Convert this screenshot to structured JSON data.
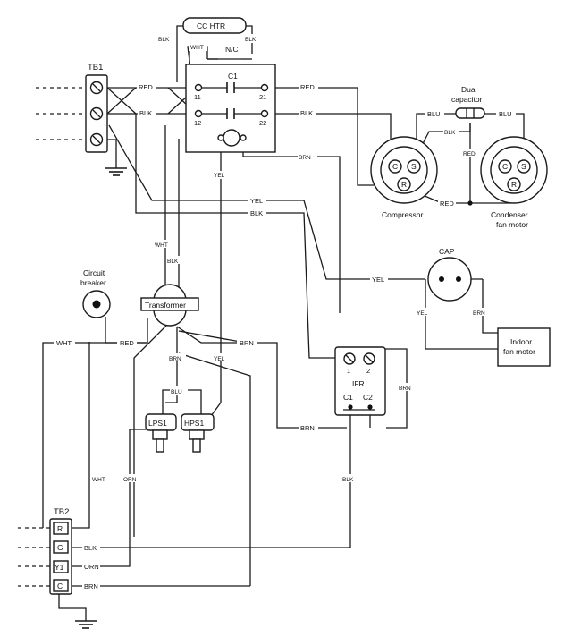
{
  "tb1": {
    "title": "TB1"
  },
  "cc_htr": {
    "label": "CC HTR",
    "left_wire": "BLK",
    "right_wire": "BLK"
  },
  "nc": {
    "label": "N/C",
    "wire": "WHT",
    "right_wire": "BLK"
  },
  "contactor": {
    "label": "C1",
    "t11": "11",
    "t12": "12",
    "t21": "21",
    "t22": "22"
  },
  "wires": {
    "red": "RED",
    "blk": "BLK",
    "yel": "YEL",
    "brn": "BRN",
    "wht": "WHT",
    "blu": "BLU",
    "orn": "ORN"
  },
  "dual_cap": {
    "line1": "Dual",
    "line2": "capacitor"
  },
  "compressor": {
    "label": "Compressor",
    "c": "C",
    "s": "S",
    "r": "R"
  },
  "condenser": {
    "line1": "Condenser",
    "line2": "fan motor",
    "c": "C",
    "s": "S",
    "r": "R"
  },
  "breaker": {
    "line1": "Circuit",
    "line2": "breaker"
  },
  "transformer": {
    "label": "Transformer"
  },
  "cap": {
    "label": "CAP"
  },
  "indoor_fan": {
    "line1": "Indoor",
    "line2": "fan motor"
  },
  "ifr": {
    "label": "IFR",
    "t1": "1",
    "t2": "2",
    "c1": "C1",
    "c2": "C2"
  },
  "lps": {
    "label": "LPS1"
  },
  "hps": {
    "label": "HPS1"
  },
  "tb2": {
    "title": "TB2",
    "r": "R",
    "g": "G",
    "y1": "Y1",
    "c": "C"
  }
}
